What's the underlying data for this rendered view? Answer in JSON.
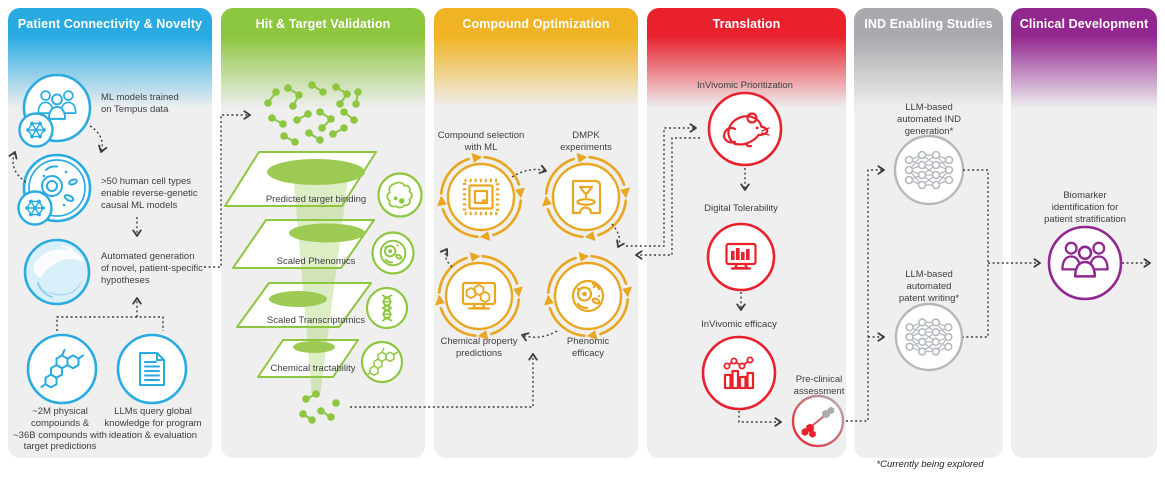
{
  "footnote": "*Currently being explored",
  "columns": [
    {
      "title": "Patient Connectivity & Novelty",
      "accent": "#29ABE2",
      "labels": {
        "ml_models": "ML models trained\non Tempus data",
        "cell_types": ">50 human cell types\nenable reverse-genetic\ncausal ML models",
        "hypotheses": "Automated generation\nof novel, patient-specific\nhypotheses",
        "compounds": "~2M physical\ncompounds &\n~36B compounds with\ntarget predictions",
        "llms": "LLMs query global\nknowledge for program\nideation & evaluation"
      }
    },
    {
      "title": "Hit & Target Validation",
      "accent": "#8DC63F",
      "labels": {
        "layer1": "Predicted target binding",
        "layer2": "Scaled Phenomics",
        "layer3": "Scaled Transcriptomics",
        "layer4": "Chemical tractability"
      }
    },
    {
      "title": "Compound Optimization",
      "accent": "#F0B323",
      "labels": {
        "node1": "Compound selection\nwith ML",
        "node2": "DMPK\nexperiments",
        "node3": "Chemical property\npredictions",
        "node4": "Phenomic\nefficacy"
      }
    },
    {
      "title": "Translation",
      "accent": "#E8212D",
      "labels": {
        "node1": "InVivomic Prioritization",
        "node2": "Digital Tolerability",
        "node3": "InVivomic efficacy",
        "node4": "Pre-clinical\nassessment"
      }
    },
    {
      "title": "IND Enabling Studies",
      "accent": "#A7A9AC",
      "labels": {
        "node1": "LLM-based\nautomated IND\ngeneration*",
        "node2": "LLM-based\nautomated\npatent writing*"
      }
    },
    {
      "title": "Clinical Development",
      "accent": "#92278F",
      "labels": {
        "node1": "Biomarker\nidentification for\npatient stratification"
      }
    }
  ]
}
